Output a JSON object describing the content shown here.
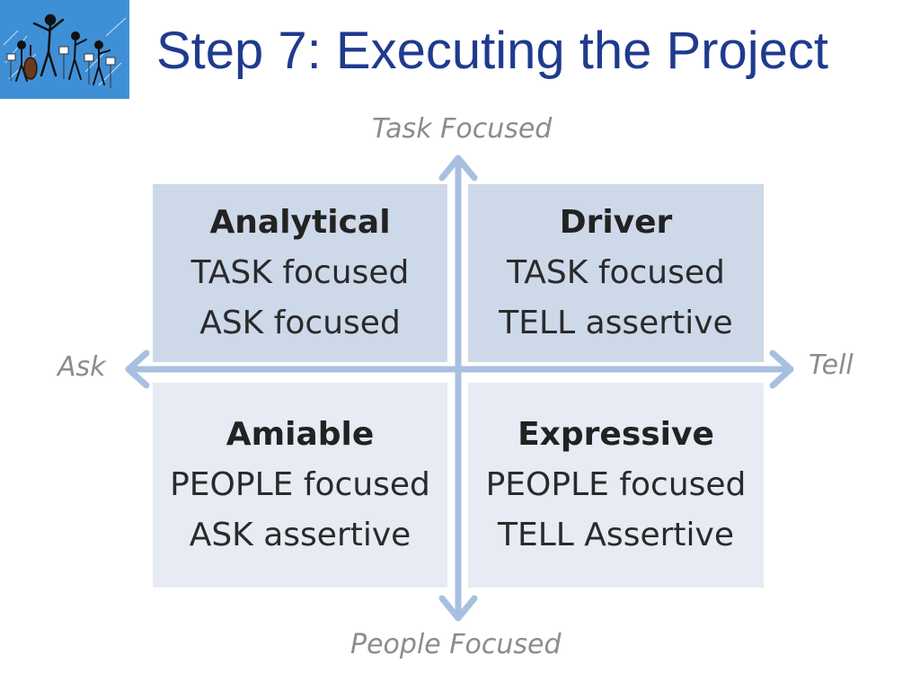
{
  "header": {
    "title": "Step 7: Executing the Project",
    "logo_icon": "orchestra-musicians-icon",
    "logo_bg": "#3f8fd6"
  },
  "diagram": {
    "axes": {
      "top": "Task Focused",
      "bottom": "People Focused",
      "left": "Ask",
      "right": "Tell"
    },
    "quadrants": [
      {
        "name": "Analytical",
        "lines": [
          "TASK focused",
          "ASK focused"
        ]
      },
      {
        "name": "Driver",
        "lines": [
          "TASK focused",
          "TELL assertive"
        ]
      },
      {
        "name": "Amiable",
        "lines": [
          "PEOPLE focused",
          "ASK assertive"
        ]
      },
      {
        "name": "Expressive",
        "lines": [
          "PEOPLE focused",
          "TELL Assertive"
        ]
      }
    ],
    "colors": {
      "top_quadrants": "#cdd8e9",
      "bottom_quadrants": "#e6ebf4",
      "arrows": "#a8c0e0",
      "title": "#1f3b8f"
    }
  }
}
